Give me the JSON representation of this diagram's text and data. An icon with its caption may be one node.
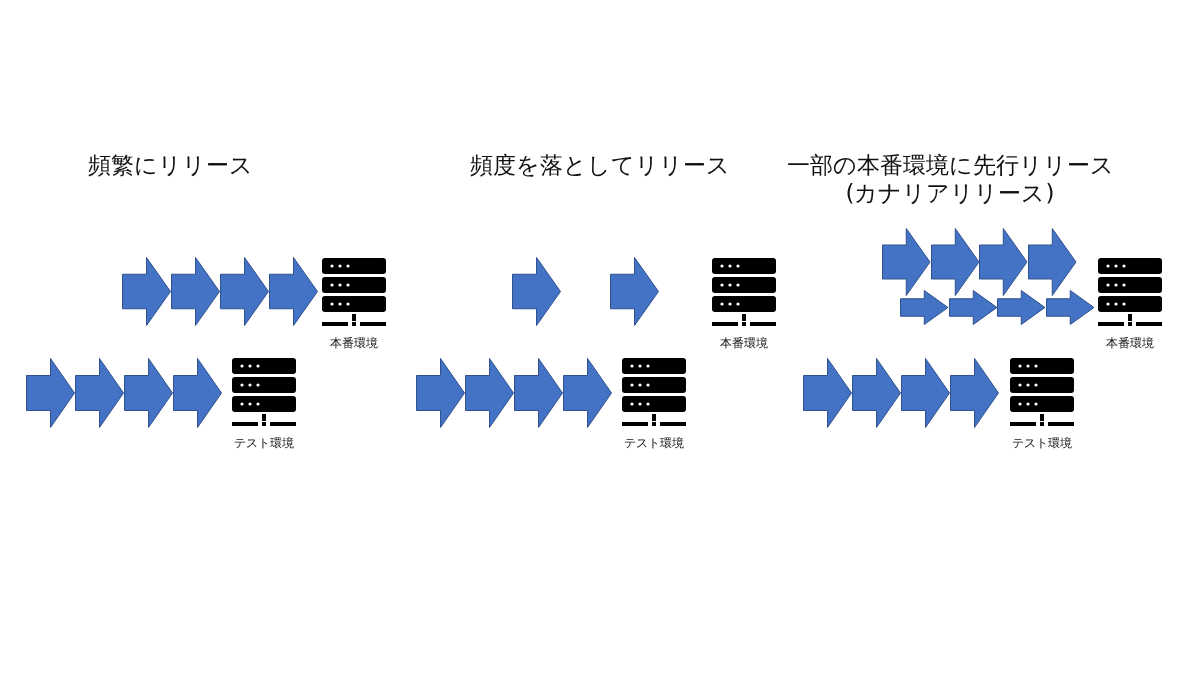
{
  "diagram": {
    "nodes": [
      {
        "text": [
          "本番環境"
        ]
      },
      {
        "text": [
          "テスト環境"
        ]
      },
      {
        "text": [
          "本番環境"
        ]
      },
      {
        "text": [
          "テスト環境"
        ]
      },
      {
        "text": [
          "本番環境"
        ]
      },
      {
        "text": [
          "テスト環境"
        ]
      }
    ],
    "labels": [
      "頻繁にリリース",
      "頻度を落としてリリース",
      "一部の本番環境に先行リリース (カナリアリリース)"
    ]
  }
}
